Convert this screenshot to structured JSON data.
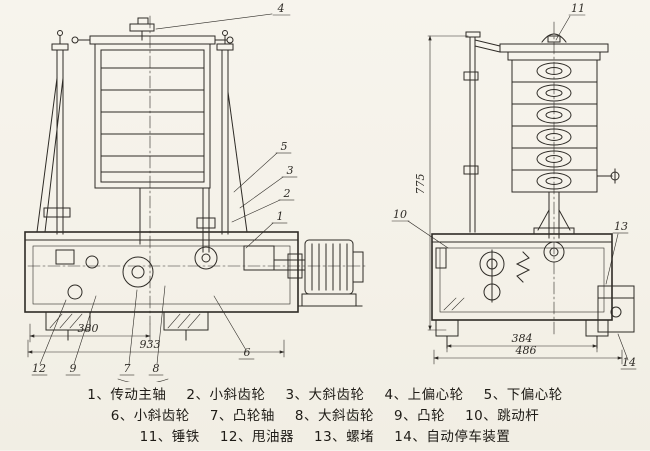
{
  "figure": {
    "title": "sieve-shaker-technical-drawing",
    "paper_color": "#f6f3ec",
    "ink_color": "#2e2b26"
  },
  "callouts": {
    "c1": "1",
    "c2": "2",
    "c3": "3",
    "c4": "4",
    "c5": "5",
    "c6": "6",
    "c7": "7",
    "c8": "8",
    "c9": "9",
    "c10": "10",
    "c11": "11",
    "c12": "12",
    "c13": "13",
    "c14": "14"
  },
  "dims": {
    "d380": "380",
    "d933": "933",
    "d775": "775",
    "d384": "384",
    "d486": "486"
  },
  "legend": {
    "rows": [
      [
        "1、传动主轴",
        "2、小斜齿轮",
        "3、大斜齿轮",
        "4、上偏心轮",
        "5、下偏心轮"
      ],
      [
        "6、小斜齿轮",
        "7、凸轮轴",
        "8、大斜齿轮",
        "9、凸轮",
        "10、跳动杆"
      ],
      [
        "11、锤铁",
        "12、甩油器",
        "13、螺堵",
        "14、自动停车装置"
      ]
    ]
  }
}
